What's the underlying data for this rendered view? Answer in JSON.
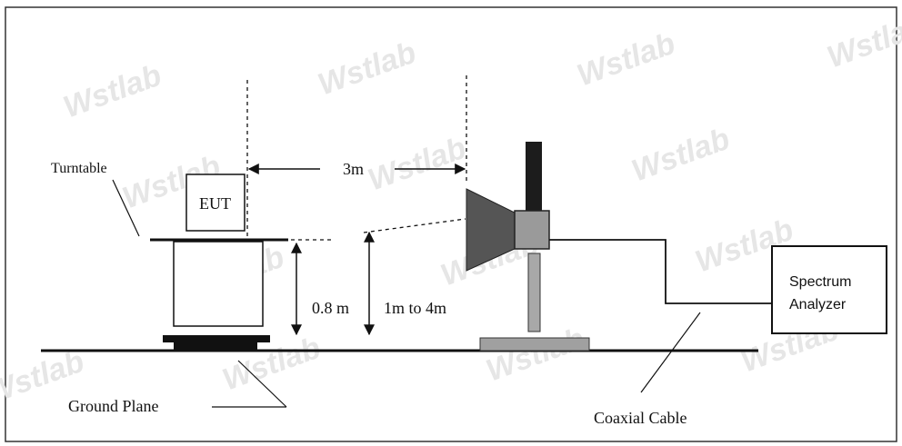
{
  "watermark": "Wstlab",
  "labels": {
    "turntable": "Turntable",
    "eut": "EUT",
    "distance": "3m",
    "table_height": "0.8 m",
    "antenna_height": "1m to 4m",
    "analyzer_line1": "Spectrum",
    "analyzer_line2": "Analyzer",
    "ground_plane": "Ground Plane",
    "coaxial_cable": "Coaxial Cable"
  },
  "colors": {
    "horn": "#555555",
    "mast": "#1c1c1c",
    "feed_box": "#9a9a9a",
    "lower_mast": "#a8a8a8",
    "mast_base": "#a0a0a0",
    "line": "#111111"
  }
}
